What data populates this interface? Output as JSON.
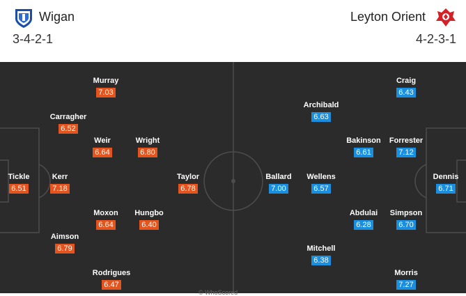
{
  "home": {
    "name": "Wigan",
    "formation": "3-4-2-1",
    "color": "#e3541f",
    "players": [
      {
        "name": "Tickle",
        "rating": "6.51"
      },
      {
        "name": "Kerr",
        "rating": "7.18"
      },
      {
        "name": "Carragher",
        "rating": "6.52"
      },
      {
        "name": "Aimson",
        "rating": "6.79"
      },
      {
        "name": "Murray",
        "rating": "7.03"
      },
      {
        "name": "Weir",
        "rating": "6.64"
      },
      {
        "name": "Moxon",
        "rating": "6.64"
      },
      {
        "name": "Rodrigues",
        "rating": "6.47"
      },
      {
        "name": "Wright",
        "rating": "6.80"
      },
      {
        "name": "Hungbo",
        "rating": "6.40"
      },
      {
        "name": "Taylor",
        "rating": "6.78"
      }
    ]
  },
  "away": {
    "name": "Leyton Orient",
    "formation": "4-2-3-1",
    "color": "#1a8fe0",
    "players": [
      {
        "name": "Dennis",
        "rating": "6.71"
      },
      {
        "name": "Craig",
        "rating": "6.43"
      },
      {
        "name": "Forrester",
        "rating": "7.12"
      },
      {
        "name": "Simpson",
        "rating": "6.70"
      },
      {
        "name": "Morris",
        "rating": "7.27"
      },
      {
        "name": "Bakinson",
        "rating": "6.61"
      },
      {
        "name": "Abdulai",
        "rating": "6.28"
      },
      {
        "name": "Archibald",
        "rating": "6.63"
      },
      {
        "name": "Wellens",
        "rating": "6.57"
      },
      {
        "name": "Mitchell",
        "rating": "6.38"
      },
      {
        "name": "Ballard",
        "rating": "7.00"
      }
    ]
  },
  "watermark": "© WhoScored"
}
